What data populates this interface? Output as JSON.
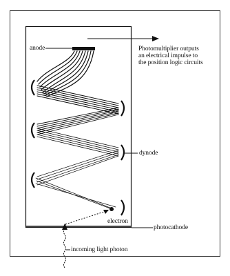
{
  "diagram": {
    "labels": {
      "anode": "anode",
      "output_line1": "Photomultiplier outputs",
      "output_line2": "an electrical impulse to",
      "output_line3": "the position logic circuits",
      "dynode": "dynode",
      "electron": "electron",
      "photocathode": "photocathode",
      "incoming_photon": "incoming light photon"
    },
    "colors": {
      "ink": "#111111",
      "frame": "#333333",
      "background": "#ffffff"
    }
  }
}
